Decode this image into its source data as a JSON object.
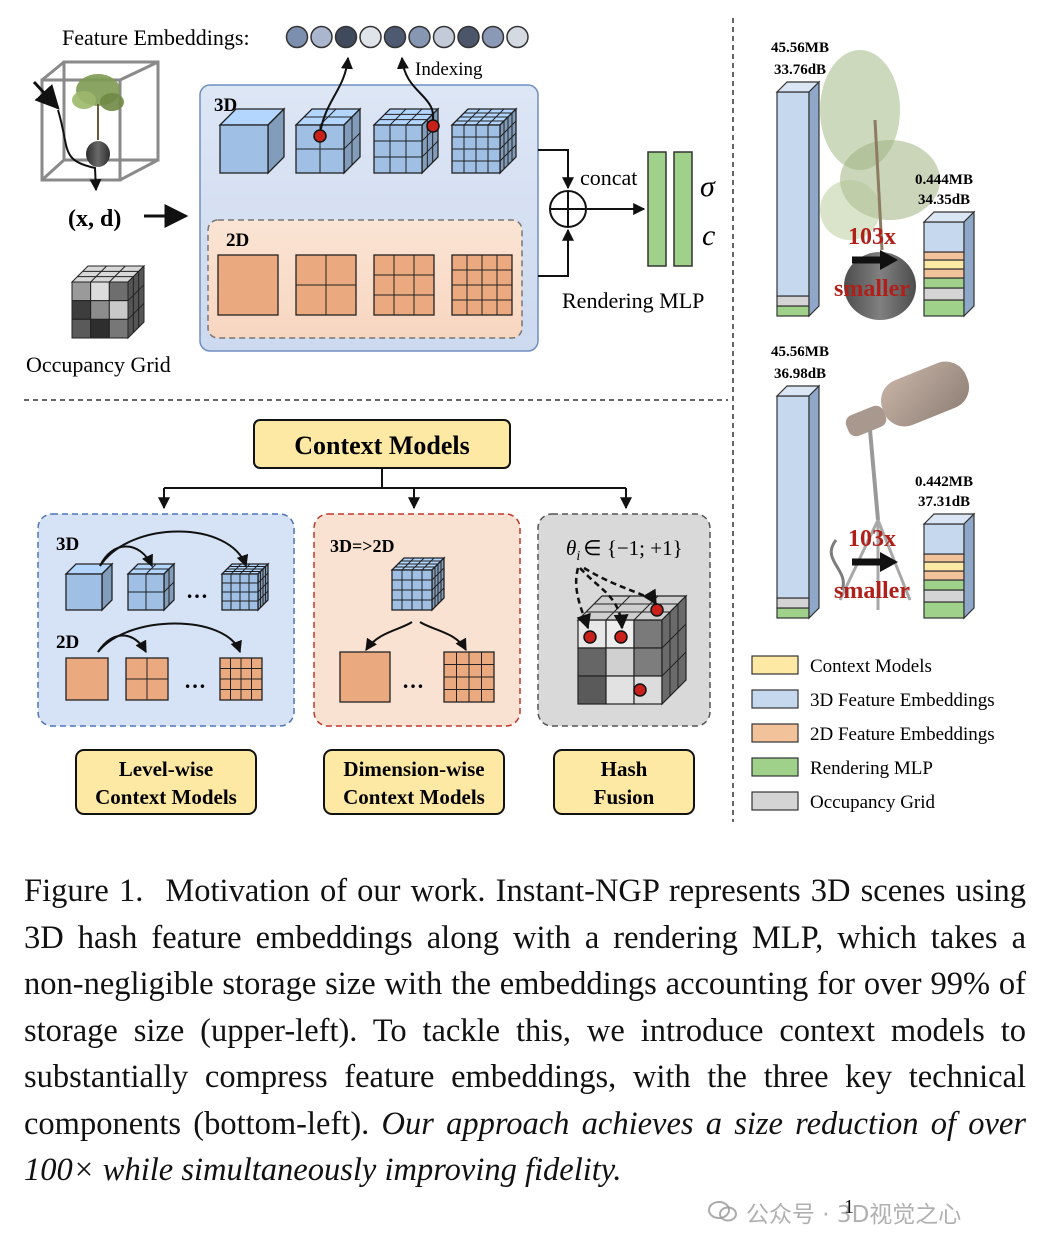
{
  "top_left": {
    "feature_embeddings_label": "Feature Embeddings:",
    "indexing_label": "Indexing",
    "label_3d": "3D",
    "label_2d": "2D",
    "input_label": "(x, d)",
    "occupancy_grid_label": "Occupancy Grid",
    "concat_label": "concat",
    "sigma_label": "σ",
    "c_label": "c",
    "rendering_mlp_label": "Rendering MLP"
  },
  "bottom_left": {
    "context_models_title": "Context Models",
    "level_wise": {
      "label_3d": "3D",
      "label_2d": "2D",
      "ellipsis": "…",
      "title_line1": "Level-wise",
      "title_line2": "Context Models"
    },
    "dimension_wise": {
      "label": "3D=>2D",
      "ellipsis": "…",
      "title_line1": "Dimension-wise",
      "title_line2": "Context Models"
    },
    "hash_fusion": {
      "formula": "θ",
      "formula_sub": "i",
      "formula_rest": "∈ {−1; +1}",
      "title_line1": "Hash",
      "title_line2": "Fusion"
    }
  },
  "right": {
    "plant": {
      "big_size": "45.56MB",
      "big_psnr": "33.76dB",
      "small_size": "0.444MB",
      "small_psnr": "34.35dB",
      "ratio": "103x",
      "ratio_word": "smaller"
    },
    "mic": {
      "big_size": "45.56MB",
      "big_psnr": "36.98dB",
      "small_size": "0.442MB",
      "small_psnr": "37.31dB",
      "ratio": "103x",
      "ratio_word": "smaller"
    },
    "legend": [
      {
        "label": "Context Models",
        "color": "#fde9a3"
      },
      {
        "label": "3D Feature Embeddings",
        "color": "#c5d8ee"
      },
      {
        "label": "2D Feature Embeddings",
        "color": "#f2c29b"
      },
      {
        "label": "Rendering MLP",
        "color": "#9fd18a"
      },
      {
        "label": "Occupancy Grid",
        "color": "#d4d4d4"
      }
    ]
  },
  "colors": {
    "blue_cube": "#9fbfe4",
    "orange_square": "#eaa97e",
    "green_mlp": "#9fd18a",
    "yellow_box": "#fde9a3",
    "dark_red_text": "#b0201b"
  },
  "caption": {
    "fig_label": "Figure 1.",
    "text_normal": "Motivation of our work. Instant-NGP represents 3D scenes using 3D hash feature embeddings along with a rendering MLP, which takes a non-negligible storage size with the embeddings accounting for over 99% of storage size (upper-left). To tackle this, we introduce context models to substantially compress feature embeddings, with the three key technical components (bottom-left).",
    "text_italic": "Our approach achieves a size reduction of over 100× while simultaneously improving fidelity."
  },
  "page_number": "1",
  "watermark": "公众号 · 3D视觉之心"
}
